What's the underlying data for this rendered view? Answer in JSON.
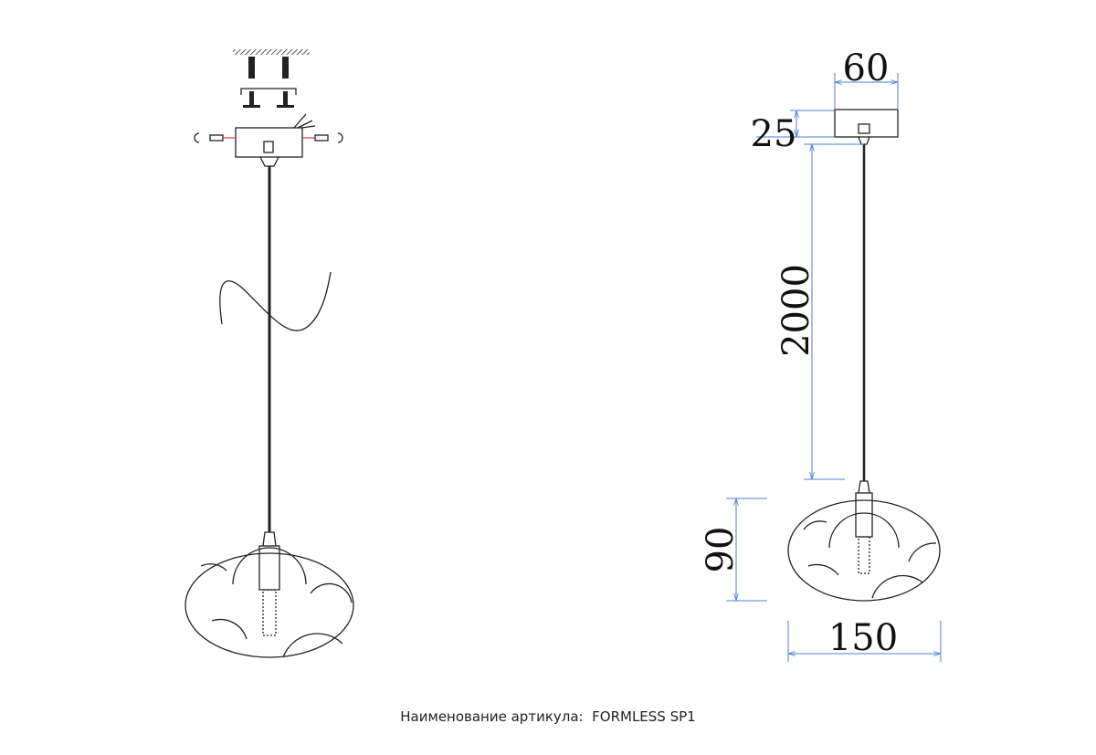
{
  "caption": {
    "label": "Наименование артикула:",
    "article": "FORMLESS SP1"
  },
  "dimensions": {
    "canopy_width": "60",
    "canopy_height": "25",
    "cord_length": "2000",
    "shade_height": "90",
    "shade_width": "150"
  },
  "colors": {
    "dimension_line": "#4a7fd4",
    "drawing": "#222222"
  }
}
